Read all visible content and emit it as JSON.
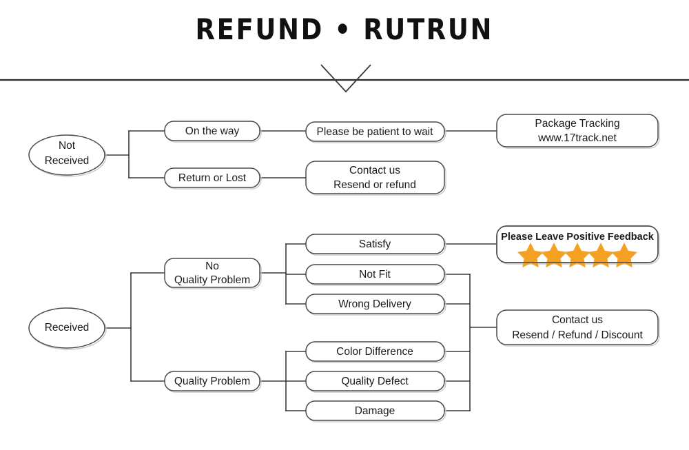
{
  "page": {
    "title": "REFUND • RUTRUN",
    "background_color": "#ffffff",
    "line_color": "#3a3a3a",
    "text_color": "#1a1a1a",
    "star_color": "#f4a023"
  },
  "divider": {
    "name": "horizontal-rule",
    "chevron": "down-chevron"
  },
  "flow": {
    "not_received": {
      "root": {
        "label_line1": "Not",
        "label_line2": "Received"
      },
      "branches": [
        {
          "label": "On the way",
          "next": "Please be patient to wait",
          "result_line1": "Package Tracking",
          "result_line2": "www.17track.net"
        },
        {
          "label": "Return or Lost",
          "result_line1": "Contact us",
          "result_line2": "Resend or refund"
        }
      ]
    },
    "received": {
      "root": {
        "label": "Received"
      },
      "no_quality_problem": {
        "label_line1": "No",
        "label_line2": "Quality Problem",
        "items": [
          "Satisfy",
          "Not Fit",
          "Wrong Delivery"
        ]
      },
      "quality_problem": {
        "label": "Quality Problem",
        "items": [
          "Color Difference",
          "Quality Defect",
          "Damage"
        ]
      },
      "feedback": {
        "label": "Please Leave Positive Feedback",
        "stars": 5
      },
      "contact": {
        "line1": "Contact us",
        "line2": "Resend / Refund / Discount"
      }
    }
  }
}
